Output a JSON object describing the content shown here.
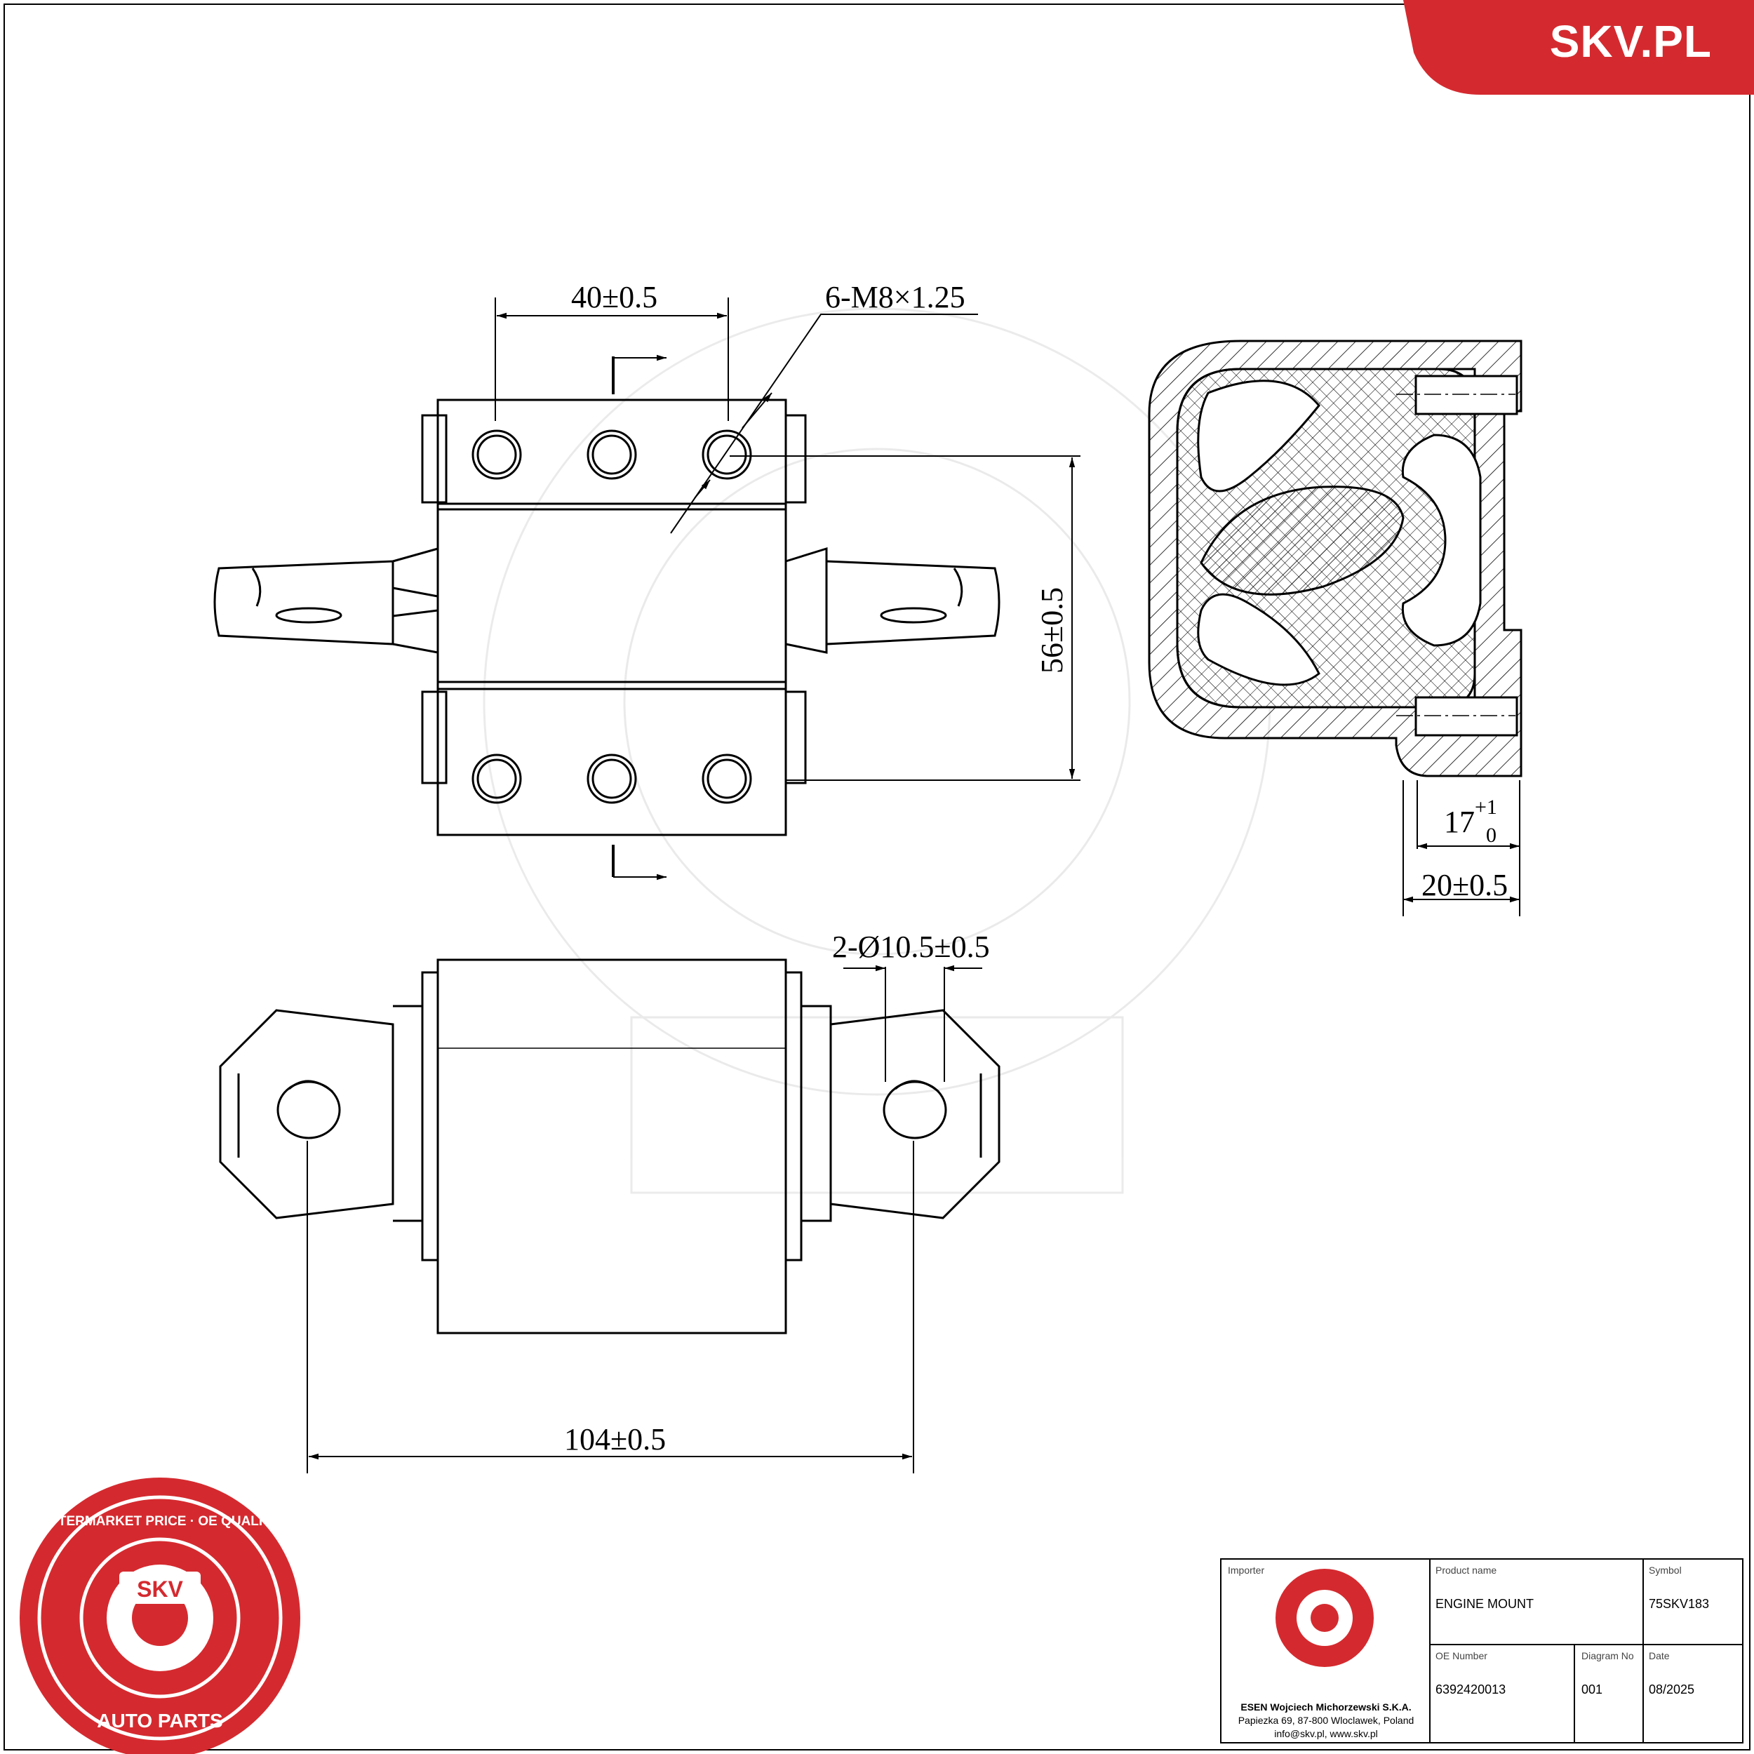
{
  "brand": {
    "text": "SKV.PL",
    "color": "#d42a2f"
  },
  "dimensions": {
    "hole_spacing": "40±0.5",
    "thread": "6-M8×1.25",
    "height": "56±0.5",
    "depth_top": "17",
    "depth_sup": "+1",
    "depth_sub": "0",
    "depth_total": "20±0.5",
    "mount_holes": "2-Ø10.5±0.5",
    "mount_spacing": "104±0.5"
  },
  "seal": {
    "ring_text": "AFTERMARKET PRICE · OE QUALITY",
    "bottom_text": "AUTO PARTS",
    "badge": "SKV"
  },
  "title_block": {
    "importer_label": "Importer",
    "importer_name": "ESEN Wojciech Michorzewski S.K.A.",
    "importer_address": "Papiezka 69, 87-800 Wloclawek, Poland",
    "importer_contact": "info@skv.pl, www.skv.pl",
    "product_name_label": "Product name",
    "product_name": "ENGINE MOUNT",
    "symbol_label": "Symbol",
    "symbol": "75SKV183",
    "oe_number_label": "OE Number",
    "oe_number": "6392420013",
    "diagram_no_label": "Diagram No",
    "diagram_no": "001",
    "date_label": "Date",
    "date": "08/2025"
  }
}
